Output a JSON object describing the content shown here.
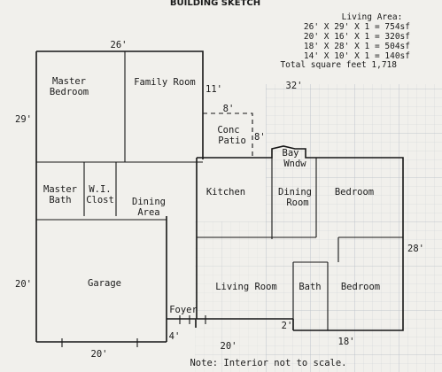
{
  "header": {
    "title": "BUILDING SKETCH"
  },
  "living_area": {
    "heading": "Living Area:",
    "rows": [
      "26' X 29' X 1 = 754sf",
      "20' X 16' X 1 = 320sf",
      "18' X 28' X 1 = 504sf",
      "14' X 10' X 1 = 140sf"
    ],
    "total": "Total square feet 1,718"
  },
  "rooms": {
    "master_bedroom_1": "Master",
    "master_bedroom_2": "Bedroom",
    "family_room": "Family Room",
    "conc_patio_1": "Conc",
    "conc_patio_2": "Patio",
    "bay_window_1": "Bay",
    "bay_window_2": "Wndw",
    "master_bath_1": "Master",
    "master_bath_2": "Bath",
    "wi_closet_1": "W.I.",
    "wi_closet_2": "Clost",
    "kitchen": "Kitchen",
    "dining_room_1": "Dining",
    "dining_room_2": "Room",
    "bedroom_upper": "Bedroom",
    "dining_area_1": "Dining",
    "dining_area_2": "Area",
    "garage": "Garage",
    "living_room": "Living Room",
    "bath": "Bath",
    "bedroom_lower": "Bedroom",
    "foyer": "Foyer"
  },
  "dimensions": {
    "top_width": "26'",
    "left_height": "29'",
    "family_room_right": "11'",
    "upper_right": "32'",
    "patio_top": "8'",
    "patio_right": "8'",
    "right_side": "28'",
    "garage_side": "20'",
    "foyer_bottom": "4'",
    "living_bottom": "20'",
    "bath_bottom": "2'",
    "bedroom_bottom": "18'",
    "garage_bottom": "20'"
  },
  "note": "Note: Interior not to scale.",
  "colors": {
    "paper": "#f1f0ec",
    "grid": "#c7ccd2",
    "ink": "#161616"
  }
}
